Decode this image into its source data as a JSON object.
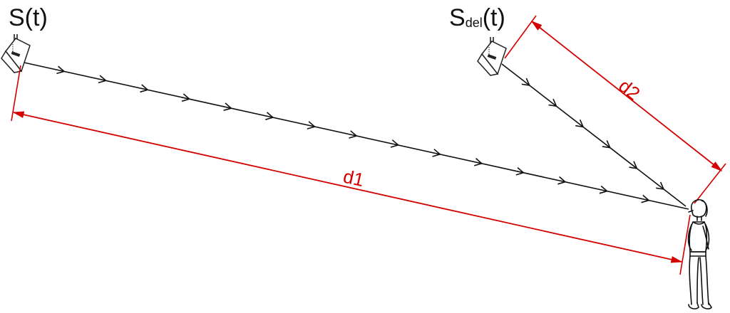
{
  "labels": {
    "source_main": "S(t)",
    "source_delayed_main": "S",
    "source_delayed_sub": "del",
    "source_delayed_suffix": "(t)",
    "distance_1": "d1",
    "distance_2": "d2"
  },
  "colors": {
    "dimension": "#d40000",
    "ray": "#111111",
    "background": "#ffffff"
  },
  "icons": {
    "source_1": "loudspeaker-icon",
    "source_2": "loudspeaker-icon",
    "listener": "person-figure-icon"
  }
}
